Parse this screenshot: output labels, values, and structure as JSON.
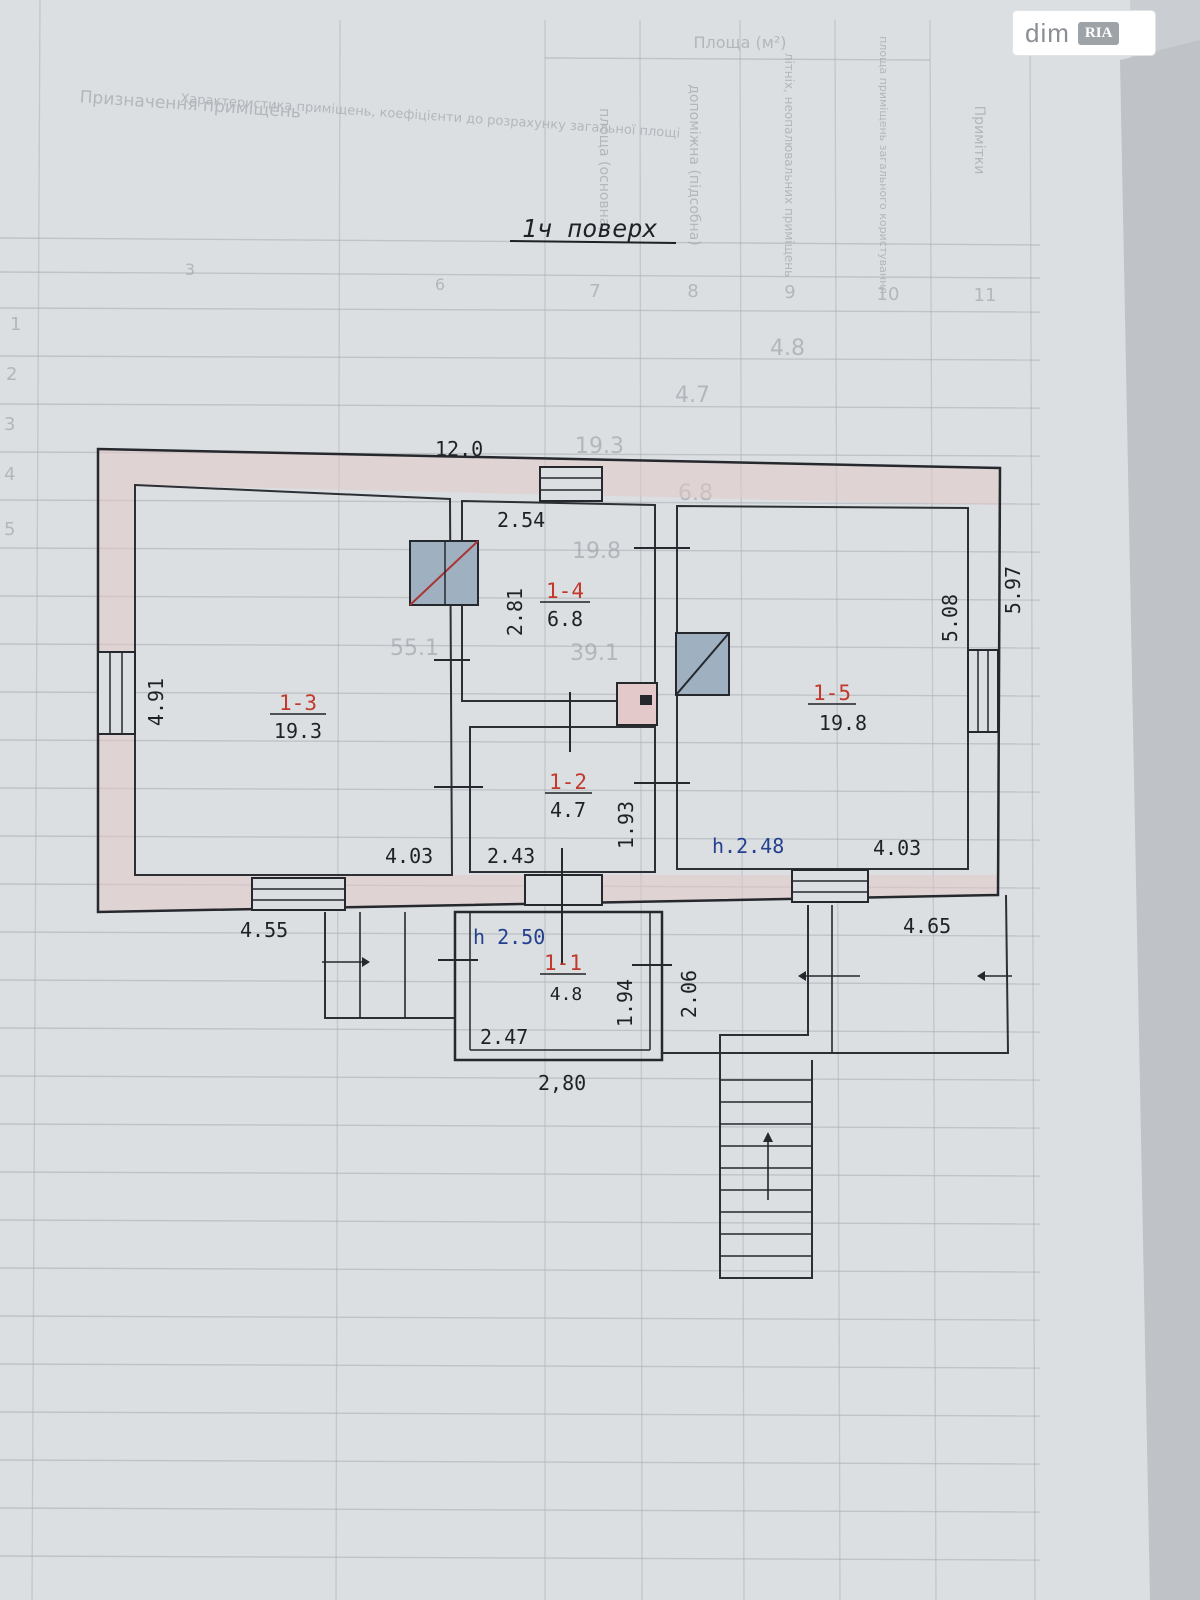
{
  "floor_title": "1ч поверх",
  "watermark": {
    "text": "dim",
    "badge": "RIA"
  },
  "background_table": {
    "header_area": "Площа (м²)",
    "column_headers": [
      "площа (основна)",
      "допоміжна (підсобна)",
      "літніх, неопалювальних приміщень",
      "площа приміщень загального користування",
      "Примітки"
    ],
    "left_headers": [
      "Призначення приміщень",
      "Характеристика приміщень, коефіцієнти до розрахунку загальної площі"
    ],
    "column_numbers": [
      "3",
      "6",
      "7",
      "8",
      "9",
      "10",
      "11"
    ],
    "row_numbers": [
      "1",
      "2",
      "3",
      "4",
      "5"
    ],
    "row_values": [
      "4.8",
      "4.7",
      "19.3",
      "6.8",
      "19.8",
      "39.1",
      "55.1"
    ]
  },
  "rooms": [
    {
      "id": "1-1",
      "area": "4.8"
    },
    {
      "id": "1-2",
      "area": "4.7"
    },
    {
      "id": "1-3",
      "area": "19.3"
    },
    {
      "id": "1-4",
      "area": "6.8"
    },
    {
      "id": "1-5",
      "area": "19.8"
    }
  ],
  "dimensions": {
    "overall_top": "12.0",
    "overall_right": "5.97",
    "bottom_left": "4.55",
    "bottom_right": "4.65",
    "porch_bottom": "2,80",
    "room3_height": "4.91",
    "room3_width": "4.03",
    "room4_width": "2.54",
    "room4_height": "2.81",
    "room2_width": "2.43",
    "room2_height": "1.93",
    "room5_height": "5.08",
    "room5_width": "4.03",
    "room1_width": "2.47",
    "room1_height": "1.94",
    "porch_height": "2.06"
  },
  "ceiling_heights": {
    "main": "h 2.50",
    "right": "h.2.48"
  }
}
